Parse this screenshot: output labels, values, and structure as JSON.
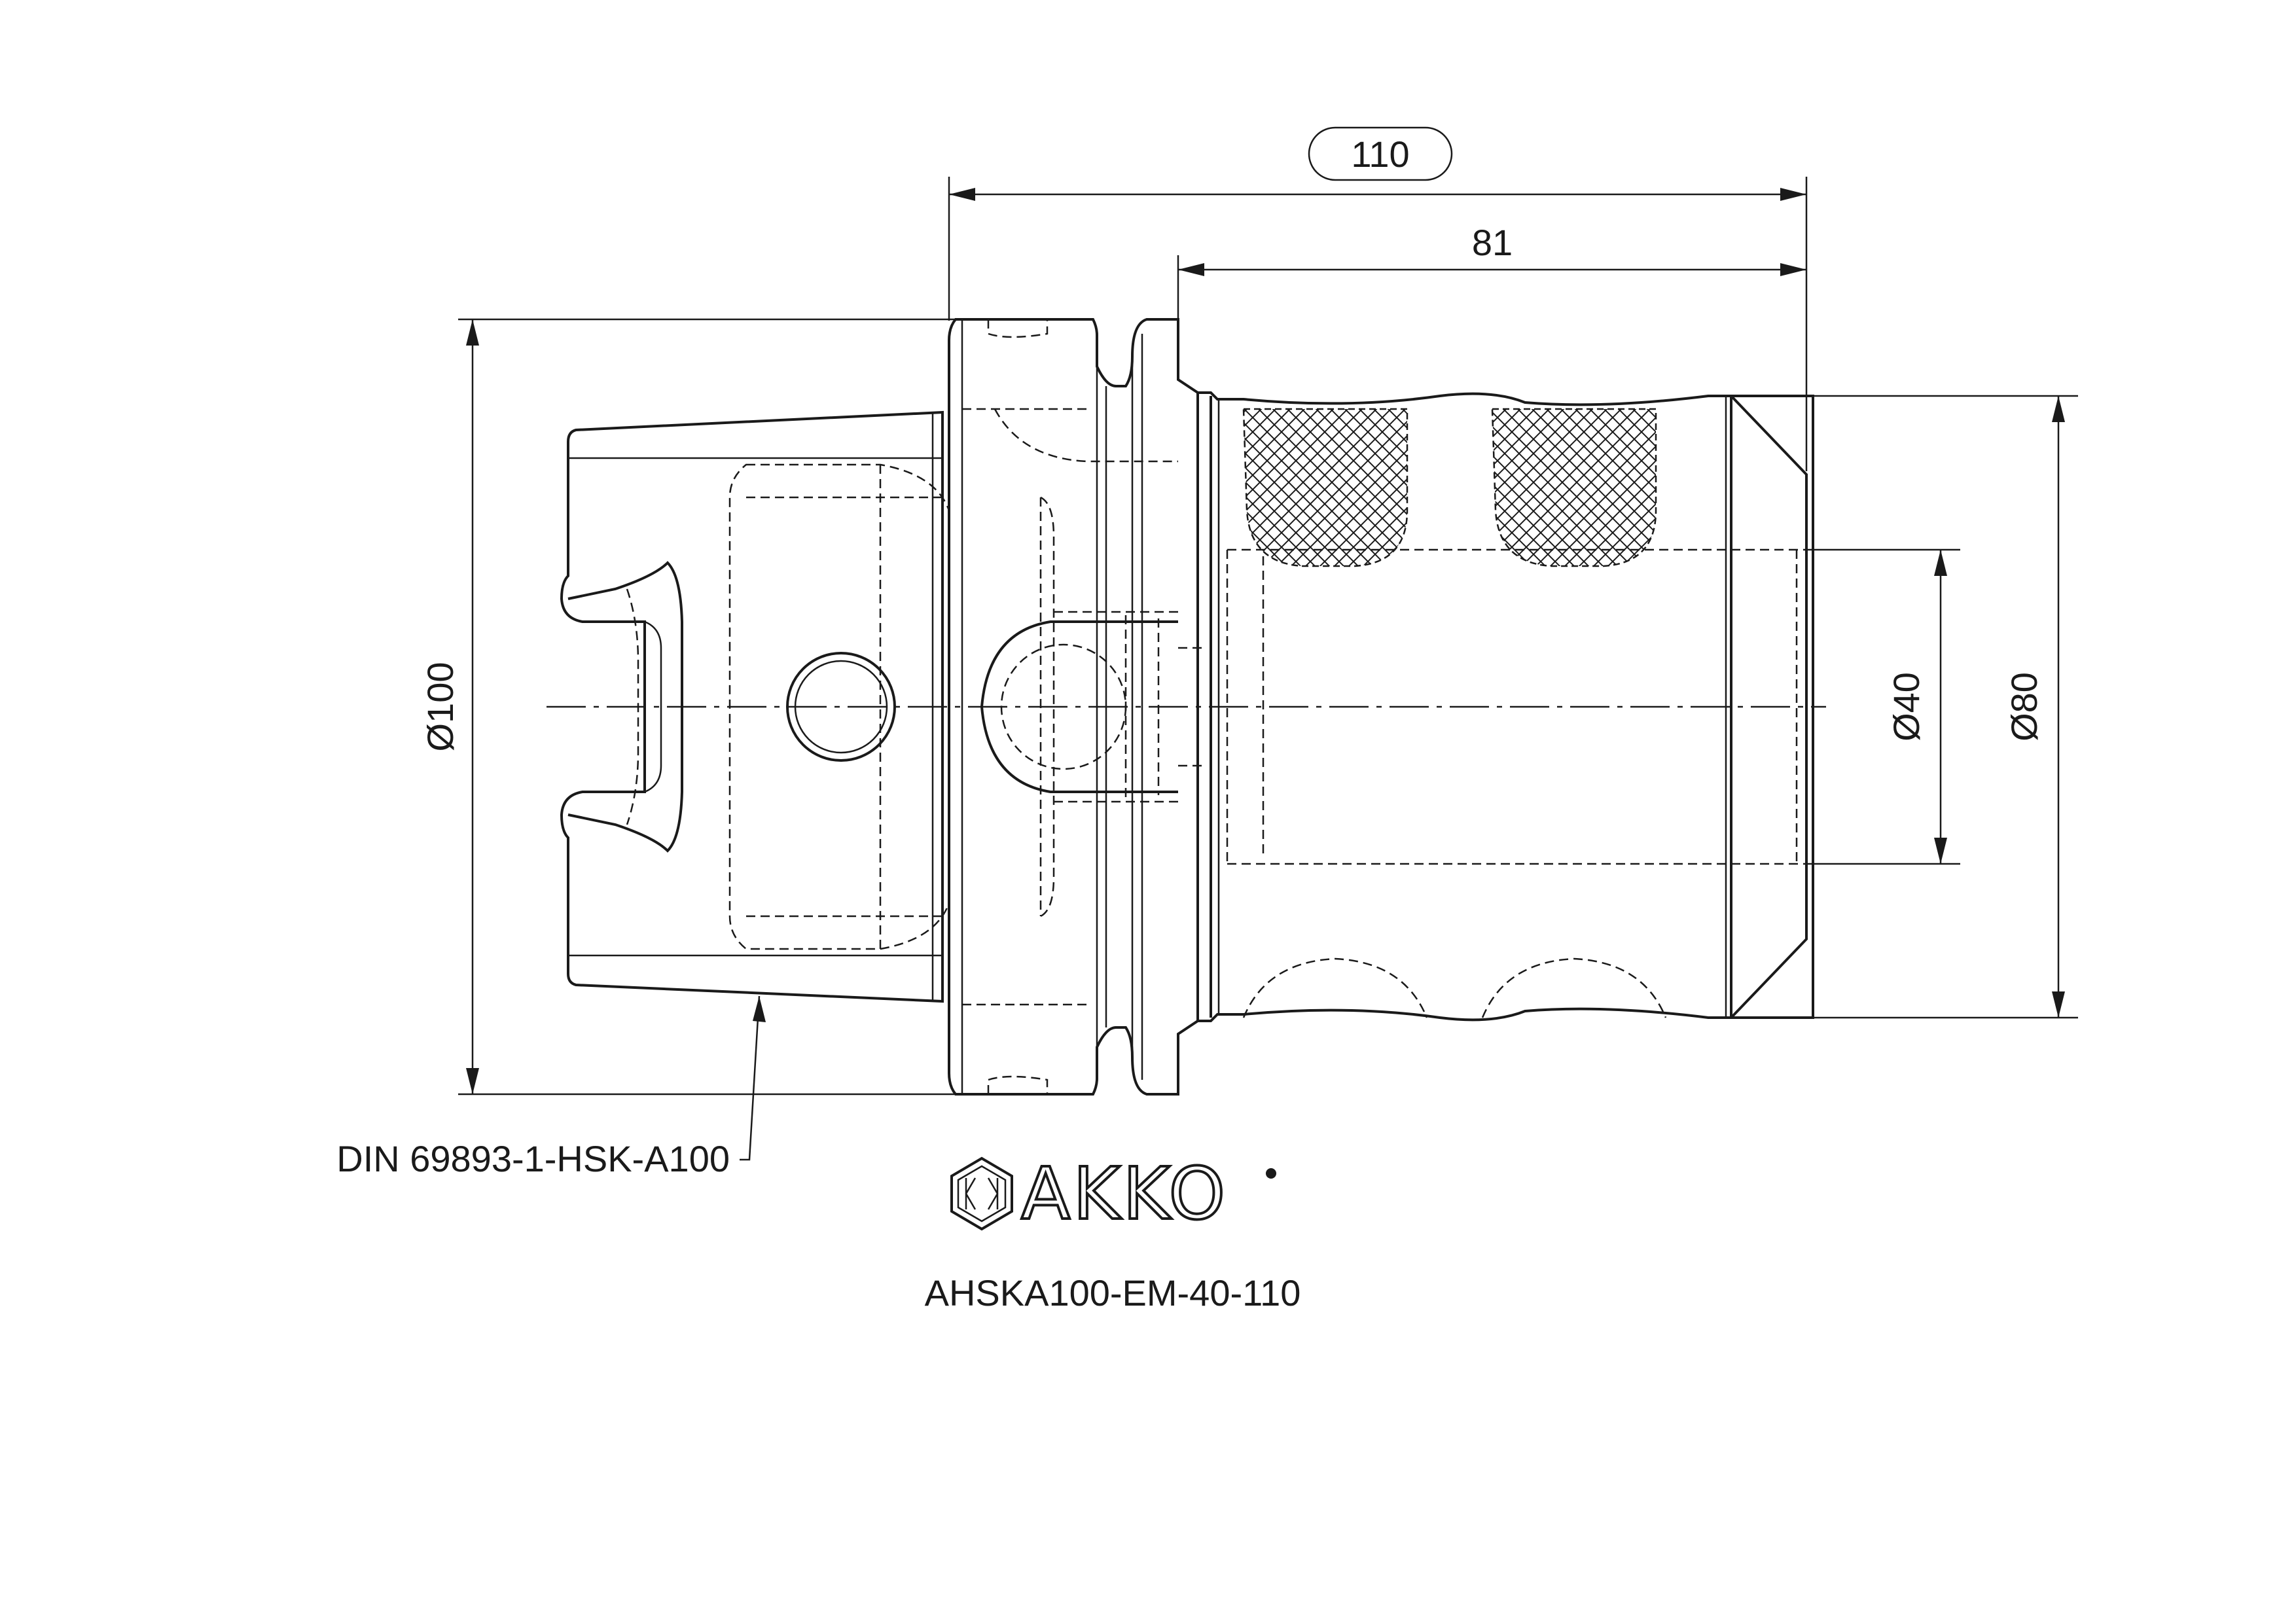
{
  "dimensions": {
    "overall_length": "110",
    "body_length": "81",
    "flange_diameter": "Ø100",
    "bore_diameter": "Ø40",
    "body_diameter": "Ø80"
  },
  "labels": {
    "standard": "DIN 69893-1-HSK-A100",
    "part_number": "AHSKA100-EM-40-110"
  },
  "logo": {
    "brand": "AKKO",
    "icon": "akko-hexagon-logo-icon"
  }
}
